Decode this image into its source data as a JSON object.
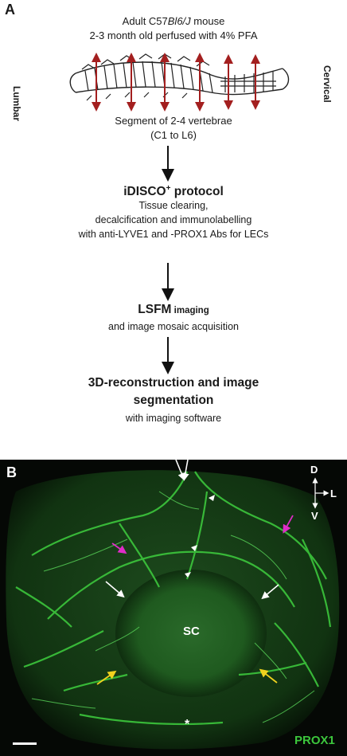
{
  "panel_a": {
    "letter": "A",
    "mouse_line1_pre": "Adult C57",
    "mouse_line1_italic": "Bl6/J",
    "mouse_line1_post": " mouse",
    "mouse_line2": "2-3 month old perfused with 4% PFA",
    "label_left": "Lumbar",
    "label_right": "Cervical",
    "segment_line1": "Segment of 2-4 vertebrae",
    "segment_line2": "(C1 to L6)",
    "step1_title_pre": "iDISCO",
    "step1_title_sup": "+",
    "step1_title_post": " protocol",
    "step1_line1": "Tissue clearing,",
    "step1_line2": "decalcification and immunolabelling",
    "step1_line3": "with anti-LYVE1 and -PROX1 Abs for LECs",
    "step2_title": "LSFM",
    "step2_title_small": " imaging",
    "step2_line1": "and image mosaic acquisition",
    "step3_title_line1": "3D-reconstruction and image",
    "step3_title_line2": "segmentation",
    "step3_line1": "with imaging software"
  },
  "panel_b": {
    "letter": "B",
    "sc_label": "SC",
    "marker_label": "PROX1",
    "asterisk": "*",
    "compass_d": "D",
    "compass_l": "L",
    "compass_v": "V"
  },
  "colors": {
    "cut_arrow": "#a31f1f",
    "prox1": "#3cc63c",
    "magenta_arrow": "#e02cc8",
    "yellow_arrow": "#f0d21e",
    "white_arrow": "#ffffff"
  }
}
